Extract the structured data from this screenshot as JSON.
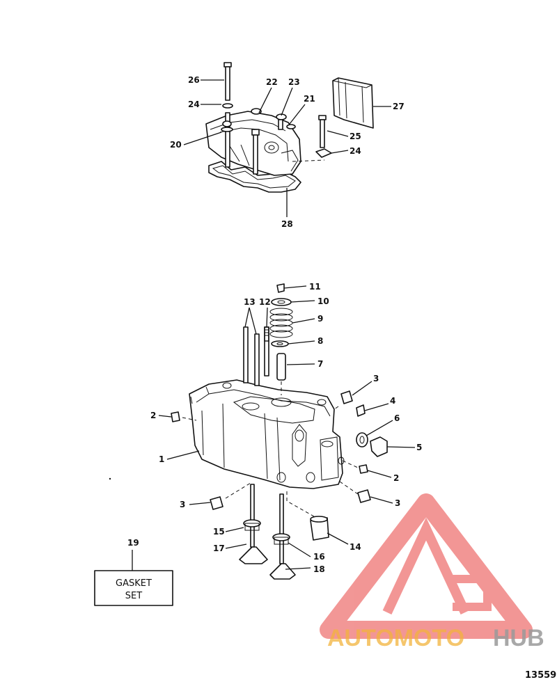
{
  "figure_number": "13559",
  "callouts": {
    "c1": "1",
    "c2a": "2",
    "c2b": "2",
    "c3a": "3",
    "c3b": "3",
    "c3c": "3",
    "c4": "4",
    "c5": "5",
    "c6": "6",
    "c7": "7",
    "c8": "8",
    "c9": "9",
    "c10": "10",
    "c11": "11",
    "c12": "12",
    "c13": "13",
    "c14": "14",
    "c15": "15",
    "c16": "16",
    "c17": "17",
    "c18": "18",
    "c19": "19",
    "c20": "20",
    "c21": "21",
    "c22": "22",
    "c23": "23",
    "c24a": "24",
    "c24b": "24",
    "c25": "25",
    "c26": "26",
    "c27": "27",
    "c28": "28"
  },
  "gasket_set": {
    "line1": "GASKET",
    "line2": "SET"
  },
  "watermark": {
    "part1": "AUTOMOTO",
    "part2": "HUB",
    "logo_color": "#e8423f",
    "part1_color": "#f2b33d",
    "part2_color": "#9a9a9a"
  }
}
